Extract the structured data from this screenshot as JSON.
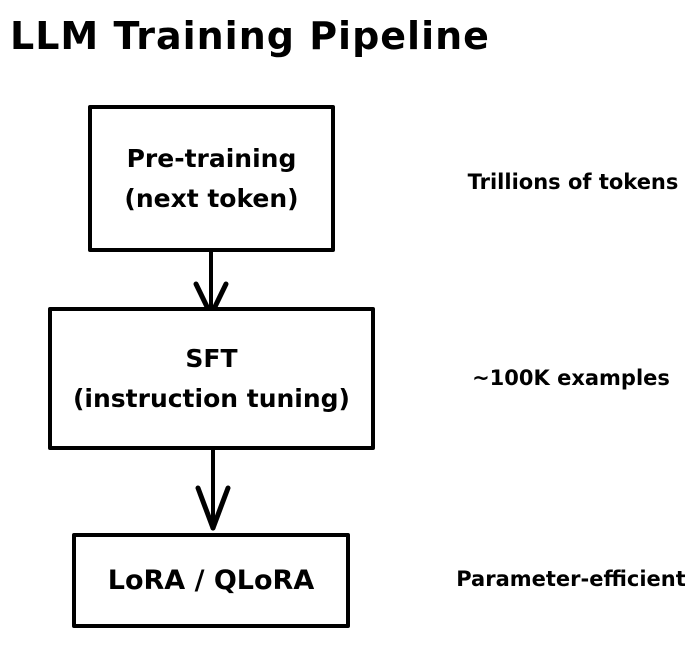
{
  "diagram": {
    "title": "LLM Training Pipeline",
    "nodes": [
      {
        "id": "pretraining",
        "lines": [
          "Pre-training",
          "(next token)"
        ],
        "annotation": "Trillions of tokens"
      },
      {
        "id": "sft",
        "lines": [
          "SFT",
          "(instruction tuning)"
        ],
        "annotation": "~100K examples"
      },
      {
        "id": "lora",
        "lines": [
          "LoRA / QLoRA"
        ],
        "annotation": "Parameter-efficient"
      }
    ],
    "connectors": [
      {
        "from": "pretraining",
        "to": "sft"
      },
      {
        "from": "sft",
        "to": "lora"
      }
    ],
    "colors": {
      "stroke": "#000000",
      "background": "#ffffff"
    }
  }
}
